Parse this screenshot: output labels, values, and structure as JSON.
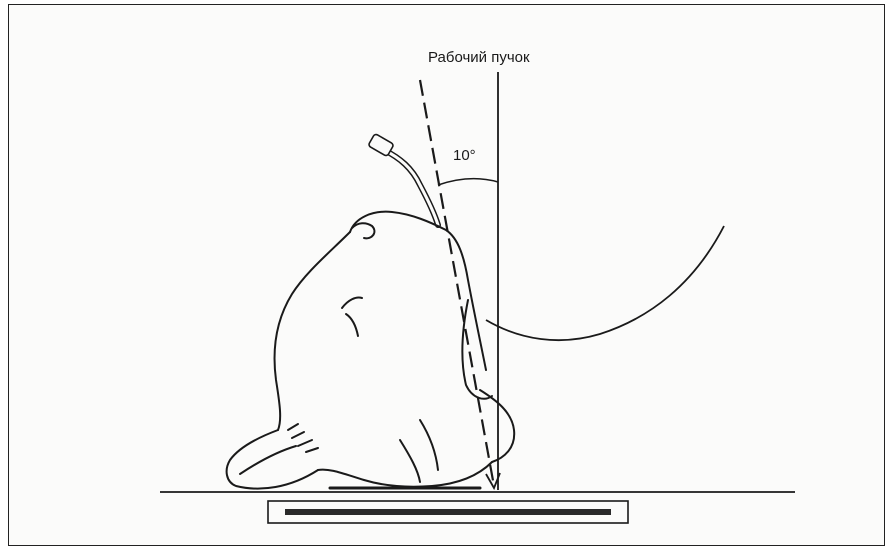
{
  "diagram": {
    "beam_label": "Рабочий пучок",
    "angle_label": "10°",
    "angle_degrees": 10,
    "line_color": "#1a1a1a",
    "background_color": "#fbfbfa",
    "icons": [
      "cat-head-icon",
      "catheter-tube-icon",
      "detector-plate-icon"
    ]
  }
}
